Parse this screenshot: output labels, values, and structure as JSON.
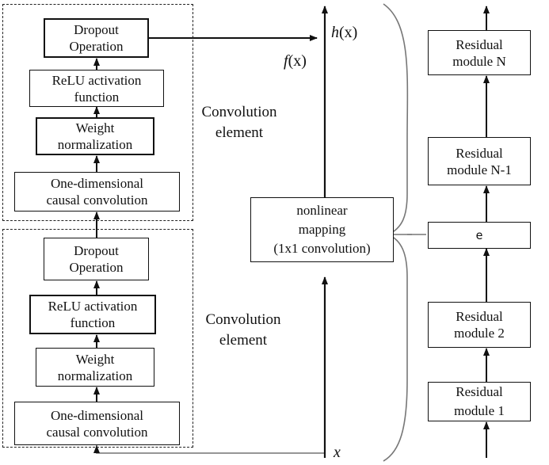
{
  "upper_block": {
    "dropout": "Dropout\nOperation",
    "relu": "ReLU activation\nfunction",
    "weight_norm": "Weight\nnormalization",
    "conv": "One-dimensional\ncausal convolution",
    "element_label": "Convolution\nelement"
  },
  "lower_block": {
    "dropout": "Dropout\nOperation",
    "relu": "ReLU activation\nfunction",
    "weight_norm": "Weight\nnormalization",
    "conv": "One-dimensional\ncausal convolution",
    "element_label": "Convolution\nelement"
  },
  "middle": {
    "nonlinear_mapping": "nonlinear\nmapping\n(1x1 convolution)",
    "h_label": "h",
    "f_label": "f",
    "x_label": "x",
    "h_paren": "(x)",
    "f_paren": "(x)"
  },
  "stack": {
    "module_n": "Residual\nmodule N",
    "module_n_minus_1": "Residual\nmodule N-1",
    "sum_symbol": "e",
    "module_2": "Residual\nmodule 2",
    "module_1": "Residual\nmodule 1"
  }
}
